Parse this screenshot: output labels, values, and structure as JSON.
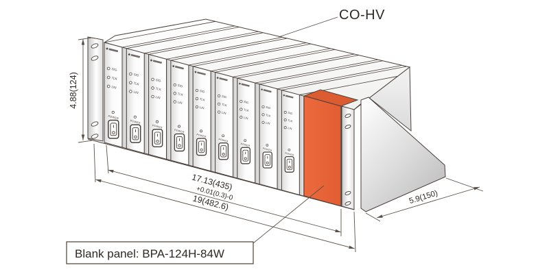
{
  "diagram_title": "CO-HV",
  "callout": {
    "text": "Blank panel: BPA-124H-84W"
  },
  "dimensions": {
    "height": "4.88(124)",
    "mounting_width": "17.13(435)",
    "mounting_width_tolerance": "+0.01(0.3)-0",
    "overall_width": "19(482.6)",
    "depth": "5.9(150)"
  },
  "rack": {
    "module_count": 9,
    "module": {
      "led_labels": [
        "SIG",
        "TLK",
        "LIN"
      ],
      "power_label": "POWER",
      "switch_top_mark": "I",
      "switch_bottom_mark": "O"
    },
    "blank_panel_highlighted": true
  },
  "colors": {
    "line": "#4a403b",
    "dim_line": "#5a5048",
    "text": "#2f2824",
    "blank_panel_orange": "#e8643a",
    "blank_panel_orange_top": "#db5c30",
    "panel_face": "#ffffff",
    "panel_shade": "#d9d9d9"
  }
}
